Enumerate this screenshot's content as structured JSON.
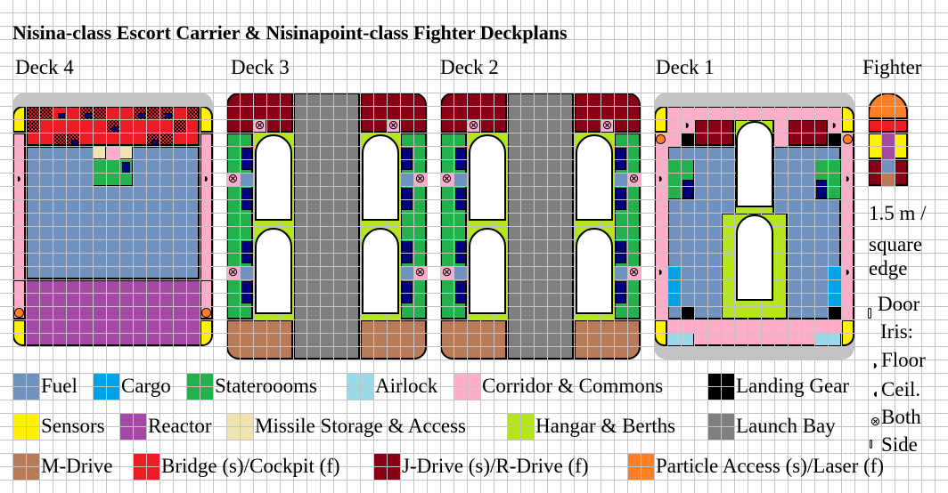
{
  "title": "Nisina-class Escort Carrier & Nisinapoint-class Fighter Deckplans",
  "decks": [
    "Deck 4",
    "Deck 3",
    "Deck 2",
    "Deck 1",
    "Fighter"
  ],
  "scale": [
    "1.5 m /",
    "square",
    "edge"
  ],
  "door_legend": {
    "door": "Door",
    "iris": "Iris:",
    "floor": "Floor",
    "ceiling": "Ceil.",
    "both": "Both",
    "side": "Side"
  },
  "colors": {
    "hull": "#c3c3c3",
    "fuel": "#7092be",
    "cargo": "#00a2e8",
    "stateroom": "#22b14c",
    "airlock": "#99d9ea",
    "corridor": "#ffaec9",
    "gear": "#000000",
    "sensors": "#fff200",
    "reactor": "#a349a4",
    "missile": "#efe4b0",
    "hangar": "#b5e61d",
    "launch": "#7f7f7f",
    "mdrive": "#b97a57",
    "bridge": "#ed1c24",
    "jdrive": "#880015",
    "particle": "#ff7f27"
  },
  "legend": {
    "items": [
      {
        "label": "Fuel",
        "color": "#7092be"
      },
      {
        "label": "Cargo",
        "color": "#00a2e8"
      },
      {
        "label": "Stateroooms",
        "color": "#22b14c"
      },
      {
        "label": "Airlock",
        "color": "#99d9ea"
      },
      {
        "label": "Corridor & Commons",
        "color": "#ffaec9"
      },
      {
        "label": "Landing Gear",
        "color": "#000000"
      },
      {
        "label": "Sensors",
        "color": "#fff200"
      },
      {
        "label": "Reactor",
        "color": "#a349a4"
      },
      {
        "label": "Missile Storage & Access",
        "color": "#efe4b0"
      },
      {
        "label": "Hangar & Berths",
        "color": "#b5e61d"
      },
      {
        "label": "Launch Bay",
        "color": "#7f7f7f"
      },
      {
        "label": "M-Drive",
        "color": "#b97a57"
      },
      {
        "label": "Bridge (s)/Cockpit (f)",
        "color": "#ed1c24"
      },
      {
        "label": "J-Drive (s)/R-Drive (f)",
        "color": "#880015"
      },
      {
        "label": "Particle Access (s)/Laser (f)",
        "color": "#ff7f27"
      }
    ]
  }
}
